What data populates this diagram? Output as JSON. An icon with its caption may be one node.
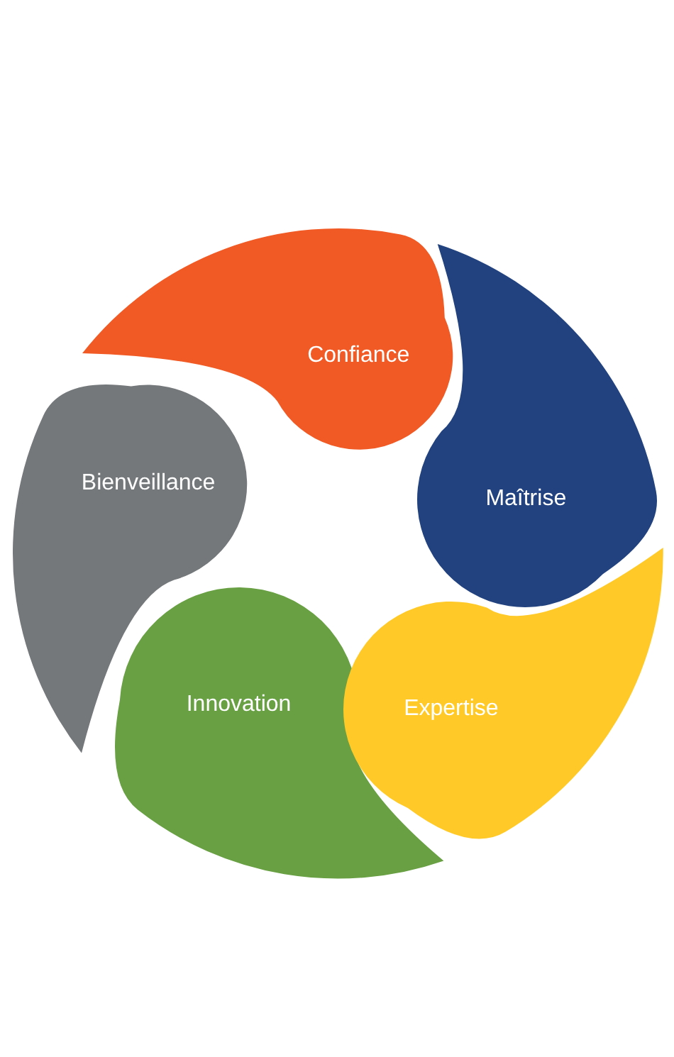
{
  "diagram": {
    "nodes": [
      {
        "text": [
          "Confiance"
        ]
      },
      {
        "text": [
          "Bienveillance"
        ]
      },
      {
        "text": [
          "Maîtrise"
        ]
      },
      {
        "text": [
          "Innovation"
        ]
      },
      {
        "text": [
          "Expertise"
        ]
      }
    ]
  }
}
